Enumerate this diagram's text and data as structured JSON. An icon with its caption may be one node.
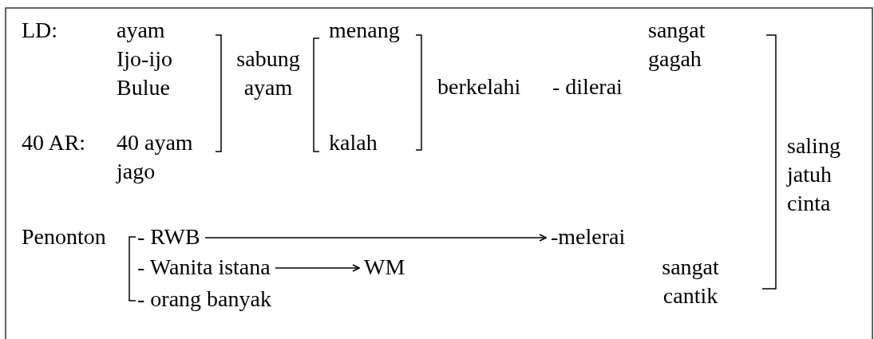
{
  "diagram": {
    "nodes": [
      {
        "text": [
          "- RWB"
        ]
      },
      {
        "text": [
          "-melerai"
        ]
      },
      {
        "text": [
          "- Wanita istana"
        ]
      },
      {
        "text": [
          "WM"
        ]
      }
    ],
    "edges": [
      {
        "from": 0,
        "to": 1,
        "arrow": "to"
      },
      {
        "from": 2,
        "to": 3,
        "arrow": "to"
      }
    ],
    "labels": [
      "LD:",
      "ayam Ijo-ijo Bulue",
      "sabung ayam",
      "menang",
      "sangat gagah",
      "berkelahi",
      "- dilerai",
      "40 AR:",
      "40 ayam jago",
      "kalah",
      "saling jatuh cinta",
      "Penonton",
      "sangat cantik",
      "- orang banyak"
    ]
  }
}
